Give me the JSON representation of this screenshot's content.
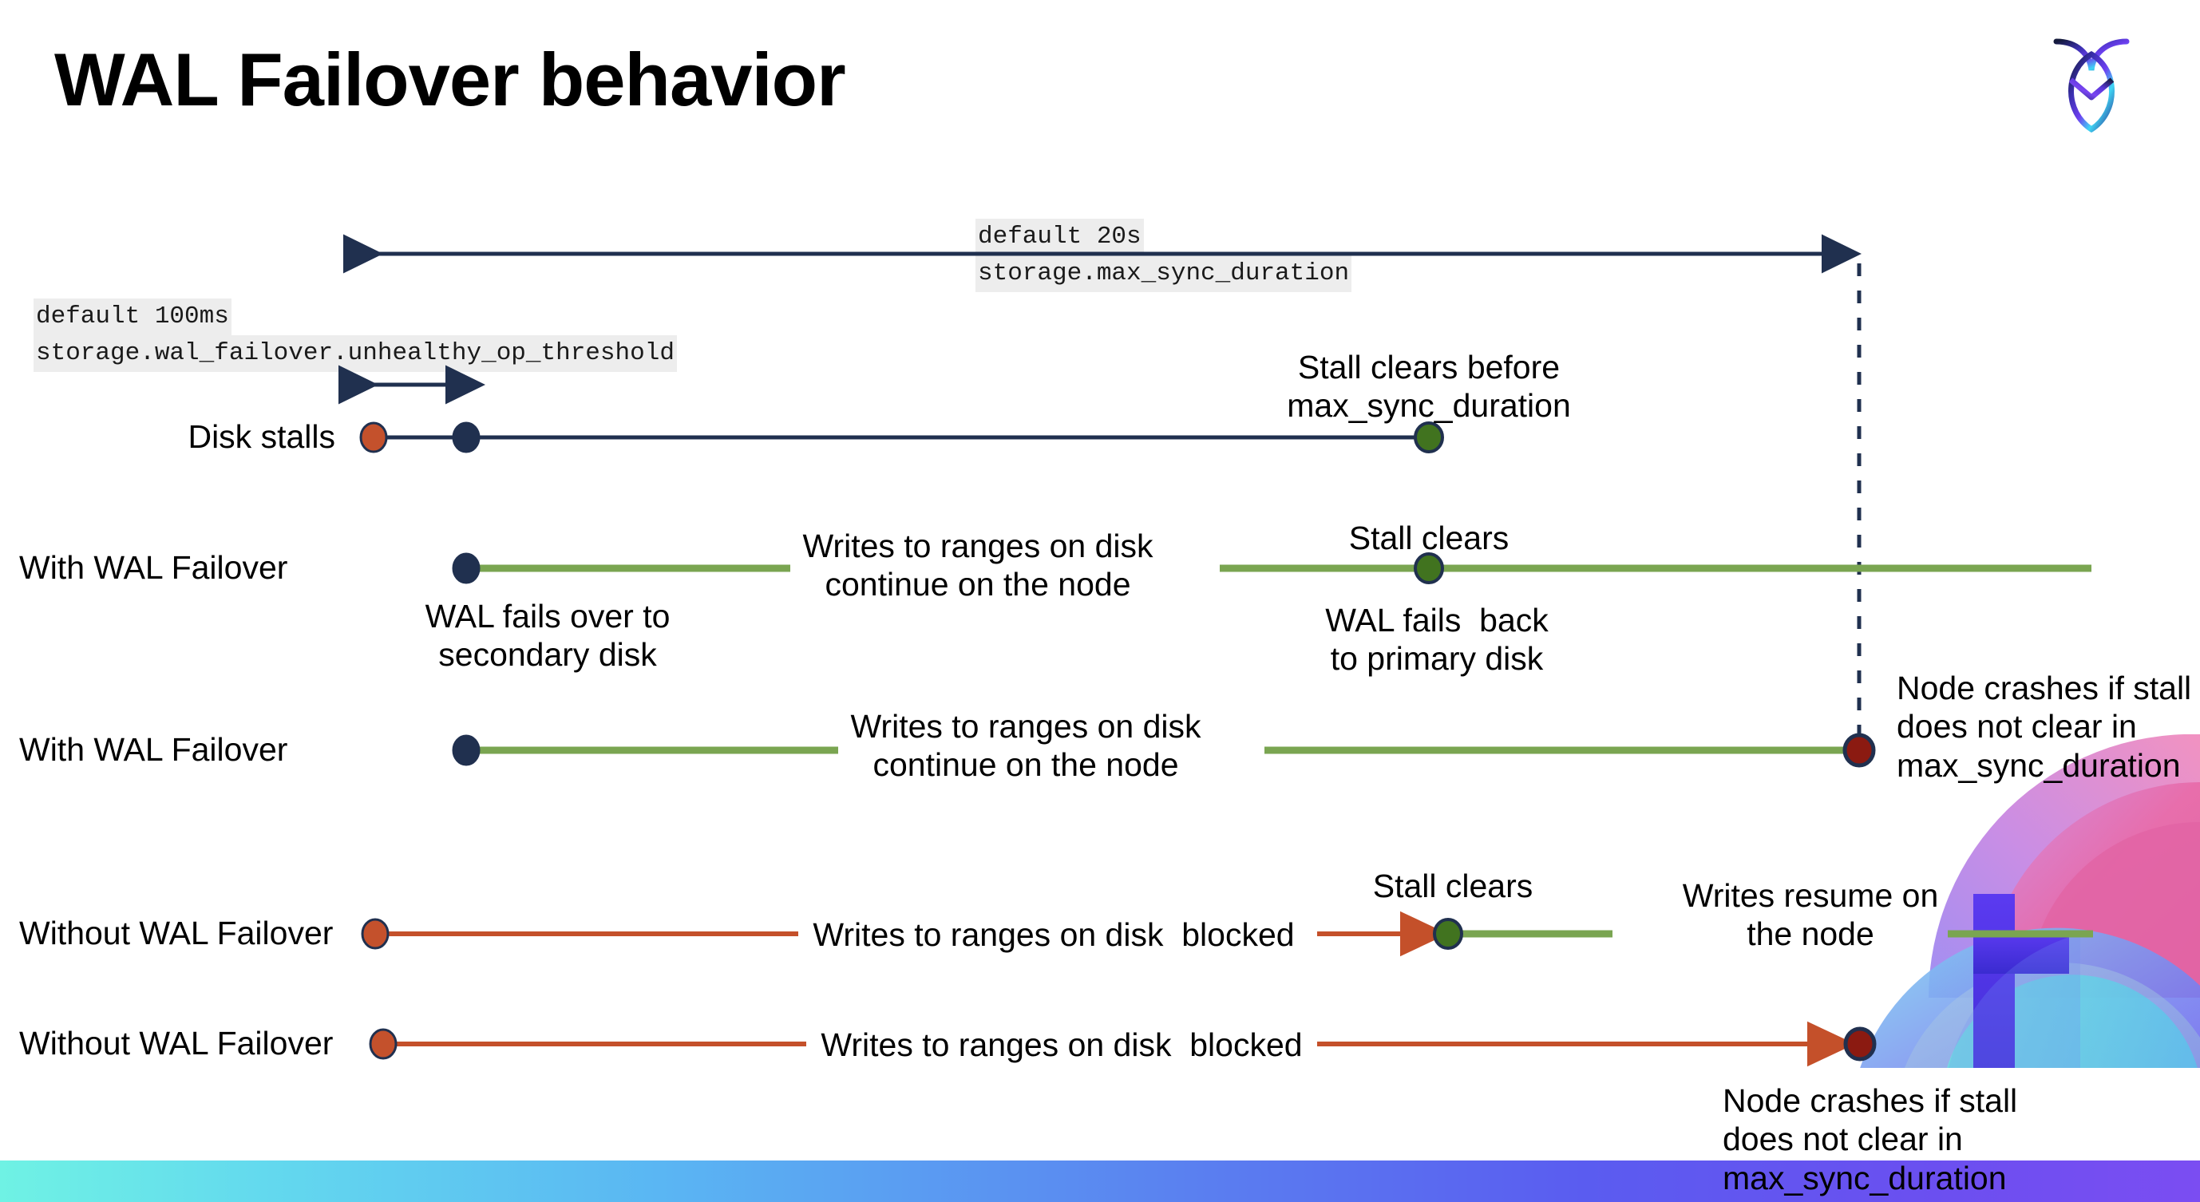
{
  "slide": {
    "title": "WAL Failover behavior",
    "logo_name": "cockroachdb-logo"
  },
  "annotations": {
    "max_sync": {
      "line1": "default 20s",
      "line2": "storage.max_sync_duration"
    },
    "unhealthy_op": {
      "line1": "default 100ms",
      "line2": "storage.wal_failover.unhealthy_op_threshold"
    }
  },
  "rows": [
    {
      "id": "disk-stalls",
      "label": "Disk stalls",
      "notes": [
        {
          "id": "stall-clears-before",
          "text": "Stall clears before\nmax_sync_duration"
        }
      ]
    },
    {
      "id": "with-wal-failover-1",
      "label": "With WAL Failover",
      "notes": [
        {
          "id": "writes-continue-1",
          "text": "Writes to ranges on disk\ncontinue on the node"
        },
        {
          "id": "stall-clears-1",
          "text": "Stall clears"
        },
        {
          "id": "wal-fails-over",
          "text": "WAL fails over to\nsecondary disk"
        },
        {
          "id": "wal-fails-back",
          "text": "WAL fails  back\nto primary disk"
        }
      ]
    },
    {
      "id": "with-wal-failover-2",
      "label": "With WAL Failover",
      "notes": [
        {
          "id": "writes-continue-2",
          "text": "Writes to ranges on disk\ncontinue on the node"
        },
        {
          "id": "node-crashes-1",
          "text": "Node crashes if stall\ndoes not clear in\nmax_sync_duration"
        }
      ]
    },
    {
      "id": "without-wal-failover-1",
      "label": "Without WAL Failover",
      "notes": [
        {
          "id": "writes-blocked-1",
          "text": "Writes to ranges on disk  blocked"
        },
        {
          "id": "stall-clears-2",
          "text": "Stall clears"
        },
        {
          "id": "writes-resume",
          "text": "Writes resume on\nthe node"
        }
      ]
    },
    {
      "id": "without-wal-failover-2",
      "label": "Without WAL Failover",
      "notes": [
        {
          "id": "writes-blocked-2",
          "text": "Writes to ranges on disk  blocked"
        },
        {
          "id": "node-crashes-2",
          "text": "Node crashes if stall\ndoes not clear in\nmax_sync_duration"
        }
      ]
    }
  ],
  "colors": {
    "navy": "#20304f",
    "green_line": "#7aa551",
    "green_dot": "#41731f",
    "red_line": "#c4502a",
    "orange_dot": "#c4512c",
    "dark_red_dot": "#8b1a11",
    "code_bg": "#ededed"
  }
}
